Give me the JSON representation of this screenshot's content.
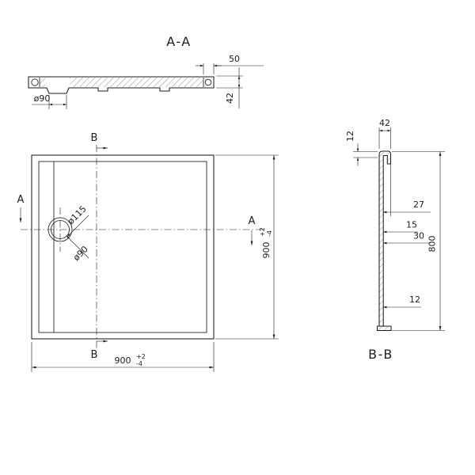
{
  "drawing": {
    "colors": {
      "background": "#ffffff",
      "line": "#1c1c1c"
    },
    "section_aa": {
      "title": "A-A",
      "dim_rim_width": "50",
      "dim_drain_diameter": "ø90",
      "dim_height": "42"
    },
    "plan": {
      "label_a": "A",
      "label_b": "B",
      "dim_drain_outer": "ø115",
      "dim_drain_inner": "ø90",
      "dim_width": "900",
      "dim_width_tol_plus": "+2",
      "dim_width_tol_minus": "-4",
      "dim_height": "900",
      "dim_height_tol_plus": "+2",
      "dim_height_tol_minus": "-4"
    },
    "section_bb": {
      "title": "B-B",
      "dim_flange_width": "42",
      "dim_lip_height": "12",
      "dim_offset_upper": "27",
      "dim_offset_mid_small": "15",
      "dim_offset_mid_large": "30",
      "dim_height": "800",
      "dim_offset_lower": "12"
    }
  }
}
